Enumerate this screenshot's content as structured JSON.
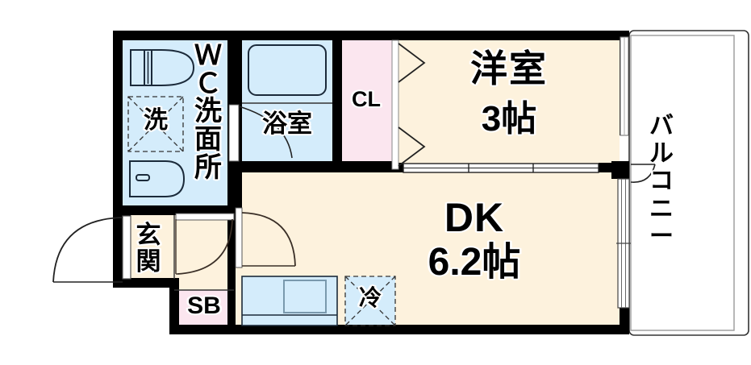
{
  "plan": {
    "title": "間取り図",
    "colors": {
      "wall": "#000000",
      "room_floor": "#fdf2dd",
      "wet_area": "#d4ecfb",
      "closet": "#fbe6ef",
      "balcony": "#ffffff",
      "fixture_line": "#1b2a3a",
      "thin_line": "#222222"
    },
    "rooms": [
      {
        "id": "wc-washroom",
        "label": "ＷＣ\n洗\n面\n所",
        "label_lines": [
          "Ｗ",
          "Ｃ",
          "洗",
          "面",
          "所"
        ],
        "type": "wet",
        "fixtures": [
          "toilet",
          "washing-machine-space",
          "sink"
        ]
      },
      {
        "id": "bathroom",
        "label": "浴室",
        "type": "wet",
        "fixtures": [
          "bathtub"
        ]
      },
      {
        "id": "closet",
        "label": "CL",
        "type": "closet"
      },
      {
        "id": "western-room",
        "label_name": "洋室",
        "label_size": "3帖",
        "size_value": 3,
        "size_unit": "帖",
        "type": "room"
      },
      {
        "id": "dining-kitchen",
        "label_name": "DK",
        "label_size": "6.2帖",
        "size_value": 6.2,
        "size_unit": "帖",
        "type": "room"
      },
      {
        "id": "entrance",
        "label": "玄関",
        "label_lines": [
          "玄",
          "関"
        ],
        "type": "room"
      },
      {
        "id": "shoe-box",
        "label": "SB",
        "type": "closet"
      },
      {
        "id": "balcony",
        "label": "バルコニー",
        "label_lines": [
          "バ",
          "ル",
          "コ",
          "ニ",
          "ー"
        ],
        "type": "balcony"
      }
    ],
    "fixture_labels": {
      "washing_machine": "洗",
      "refrigerator": "冷"
    },
    "label_text": {
      "wc_w": "Ｗ",
      "wc_c": "Ｃ",
      "wc_sen": "洗",
      "wc_men": "面",
      "wc_jo": "所",
      "bathroom": "浴室",
      "closet": "CL",
      "washer": "洗",
      "fridge": "冷",
      "entrance": "玄関",
      "shoebox": "SB",
      "western_name": "洋室",
      "western_size": "3帖",
      "dk_name": "DK",
      "dk_size": "6.2帖",
      "balcony": "バルコニー"
    }
  }
}
